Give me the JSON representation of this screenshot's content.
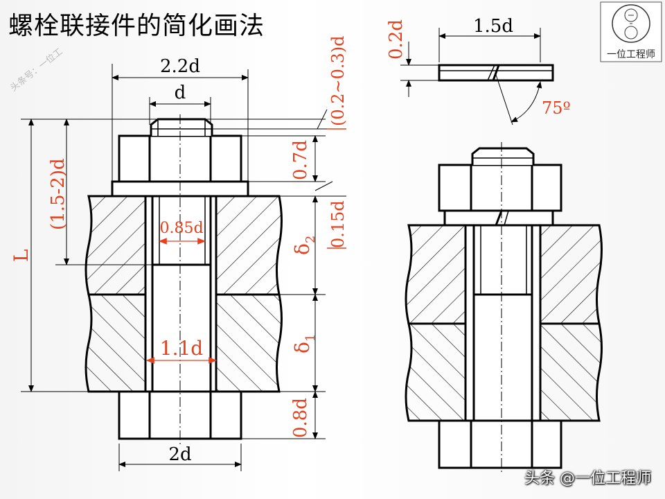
{
  "title": "螺栓联接件的简化画法",
  "watermark": "头条号：一位工",
  "logo": {
    "caption": "一位工程师",
    "icon": "logo-seal-icon"
  },
  "footer": "头条 @一位工程师",
  "colors": {
    "dim_red": "#e8401c",
    "line": "#000000"
  },
  "labels": {
    "d22": "2.2d",
    "d": "d",
    "chamfer": "(0.2~0.3)d",
    "nut_h": "0.7d",
    "washer_h": "0.15d",
    "thread_len": "(1.5-2)d",
    "L": "L",
    "d085": "0.85d",
    "delta2": "δ",
    "delta2_sub": "2",
    "delta1": "δ",
    "delta1_sub": "1",
    "d11": "1.1d",
    "head_h": "0.8d",
    "d2": "2d",
    "d15": "1.5d",
    "d02": "0.2d",
    "angle": "75º"
  }
}
